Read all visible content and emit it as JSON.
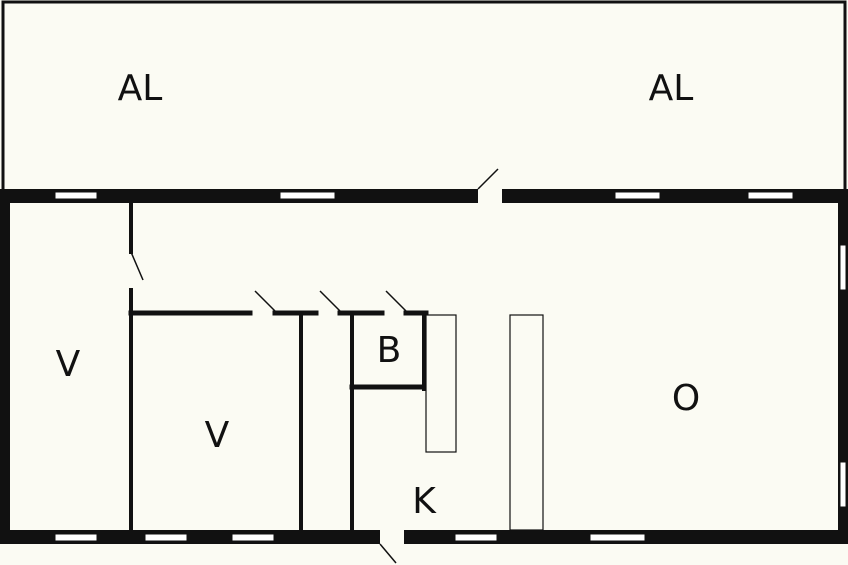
{
  "rooms": [
    {
      "key": "al_left",
      "label": "AL"
    },
    {
      "key": "al_right",
      "label": "AL"
    },
    {
      "key": "v_left",
      "label": "V"
    },
    {
      "key": "v_middle",
      "label": "V"
    },
    {
      "key": "b",
      "label": "B"
    },
    {
      "key": "k",
      "label": "K"
    },
    {
      "key": "o",
      "label": "O"
    }
  ],
  "colors": {
    "background": "#fbfbf3",
    "wall": "#111111",
    "window": "#ffffff"
  }
}
